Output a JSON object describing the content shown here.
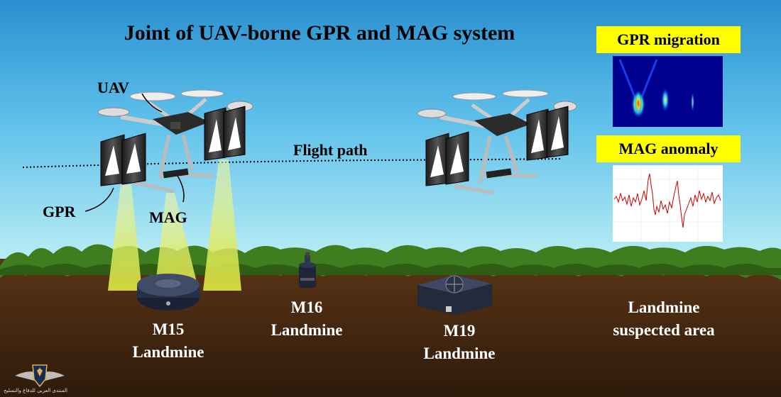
{
  "title": "Joint of UAV-borne GPR and MAG system",
  "labels": {
    "uav": "UAV",
    "flight_path": "Flight path",
    "gpr": "GPR",
    "mag": "MAG"
  },
  "panels": {
    "gpr_title": "GPR migration",
    "mag_title": "MAG anomaly"
  },
  "mines": {
    "m15": {
      "name": "M15",
      "type": "Landmine"
    },
    "m16": {
      "name": "M16",
      "type": "Landmine"
    },
    "m19": {
      "name": "M19",
      "type": "Landmine"
    },
    "suspected": {
      "line1": "Landmine",
      "line2": "suspected area"
    }
  },
  "watermark_text": "المنتدى العربي للدفاع والتسليح",
  "colors": {
    "sky_top": "#2a8fd0",
    "sky_bottom": "#aee6f2",
    "soil": "#4a2a12",
    "grass": "#3f7d1e",
    "beam": "#e6f06a",
    "panel_title_bg": "#ffff00",
    "anomaly_line": "#cc0000"
  }
}
